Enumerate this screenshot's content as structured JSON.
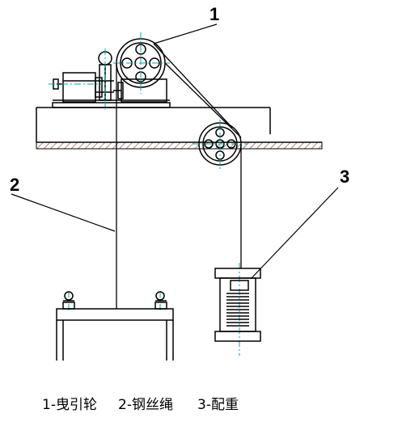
{
  "labels": {
    "n1": "1",
    "n2": "2",
    "n3": "3"
  },
  "caption": {
    "item1": "1-曳引轮",
    "item2": "2-钢丝绳",
    "item3": "3-配重"
  },
  "colors": {
    "line": "#000000",
    "centerline": "#00aaaa",
    "hatch": "#8b3a3a"
  }
}
